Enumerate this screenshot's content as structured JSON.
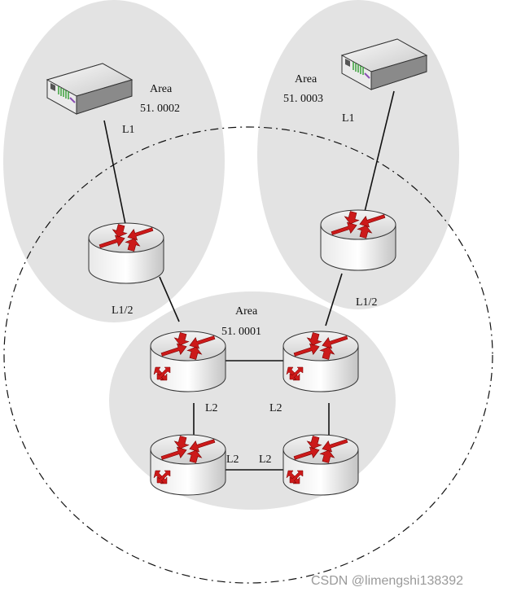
{
  "areas": [
    {
      "id": "area-51-0002",
      "name_label": "Area",
      "number_label": "51. 0002",
      "level_label": "L1",
      "fill": "#e3e3e3"
    },
    {
      "id": "area-51-0003",
      "name_label": "Area",
      "number_label": "51. 0003",
      "level_label": "L1",
      "fill": "#e3e3e3"
    },
    {
      "id": "area-51-0001",
      "name_label": "Area",
      "number_label": "51. 0001",
      "fill": "#e3e3e3"
    }
  ],
  "router_labels": {
    "left": "L1/2",
    "right": "L1/2"
  },
  "link_labels": {
    "l2_left": "L2",
    "l2_mid": "L2",
    "l2_bottom_left": "L2",
    "l2_bottom_right": "L2"
  },
  "colors": {
    "router_arrow": "#cc1a1a",
    "device_body": "#d9d9d9",
    "line": "#111111",
    "backbone_outline": "#111111"
  },
  "icons": {
    "router": "router-icon",
    "l1l2_router": "router-icon",
    "l2_router": "router-switch-icon",
    "host": "server-icon"
  },
  "watermark": "CSDN @limengshi138392"
}
